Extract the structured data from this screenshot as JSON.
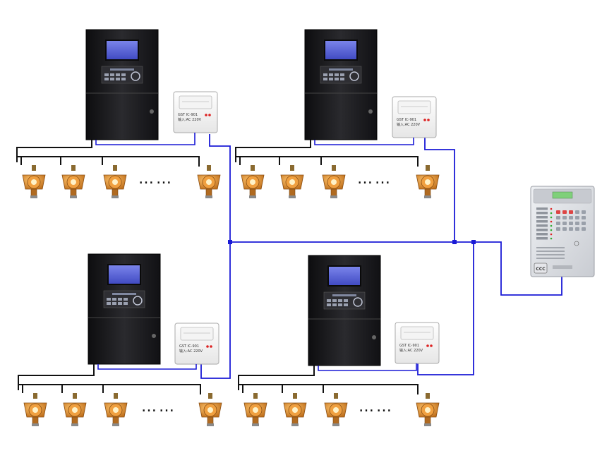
{
  "diagram": {
    "type": "gas detection alarm system wiring diagram",
    "controllers": [
      {
        "id": "controller-1",
        "printer_text": "GST IC-901\n输入:AC 220V",
        "detectors": 5
      },
      {
        "id": "controller-2",
        "printer_text": "GST IC-901\n输入:AC 220V",
        "detectors": 5
      },
      {
        "id": "controller-3",
        "printer_text": "GST IC-901\n输入:AC 220V",
        "detectors": 5
      },
      {
        "id": "controller-4",
        "printer_text": "GST IC-901\n输入:AC 220V",
        "detectors": 5
      }
    ],
    "ellipsis": "……",
    "fire_panel": {
      "badge": "CCC"
    },
    "colors": {
      "cabinet": "#1c1c1e",
      "lcd": "#5a64d6",
      "bus_line": "#1a1ad6",
      "sensor_line": "#111111",
      "detector": "#e08a2a",
      "panel": "#d9dbe0"
    }
  }
}
